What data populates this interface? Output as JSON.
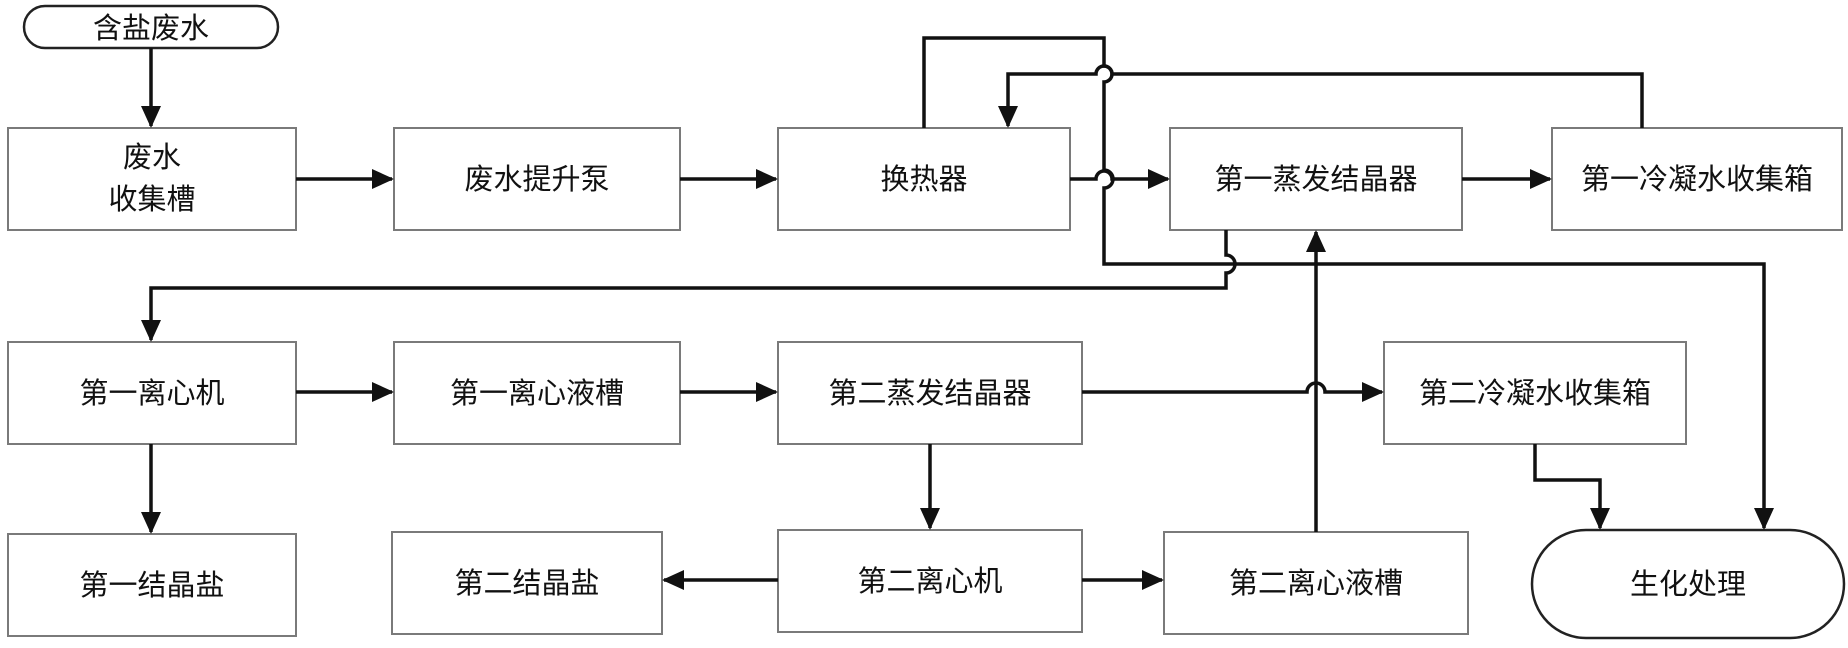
{
  "diagram": {
    "nodes": {
      "source": "含盐废水",
      "collect_line1": "废水",
      "collect_line2": "收集槽",
      "pump": "废水提升泵",
      "heat_exchanger": "换热器",
      "evap1": "第一蒸发结晶器",
      "cond1": "第一冷凝水收集箱",
      "centrifuge1": "第一离心机",
      "liquor1": "第一离心液槽",
      "evap2": "第二蒸发结晶器",
      "cond2": "第二冷凝水收集箱",
      "salt1": "第一结晶盐",
      "salt2": "第二结晶盐",
      "centrifuge2": "第二离心机",
      "liquor2": "第二离心液槽",
      "bio": "生化处理"
    }
  }
}
